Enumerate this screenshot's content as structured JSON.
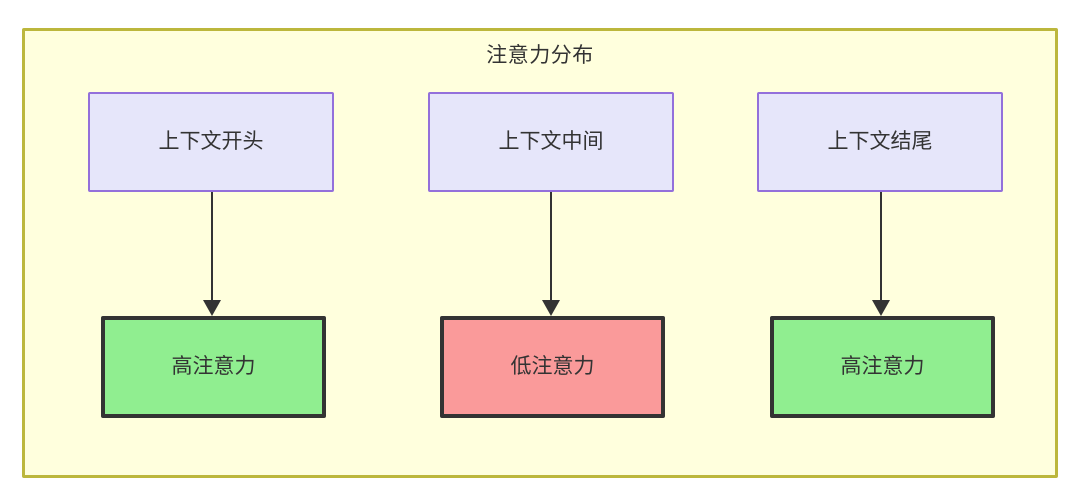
{
  "diagram": {
    "type": "flowchart",
    "title": "注意力分布",
    "container": {
      "name": "attention-distribution-subgraph",
      "fill_color": "#ffffdd",
      "border_color": "#bcb73c"
    },
    "palette": {
      "context_fill": "#e6e6fa",
      "context_border": "#9370db",
      "high_attention_fill": "#90ee90",
      "low_attention_fill": "#fa9a9a",
      "node_border": "#333333",
      "text_color": "#333333",
      "edge_color": "#333333"
    },
    "columns": [
      {
        "id": "start",
        "source": {
          "label": "上下文开头"
        },
        "target": {
          "label": "高注意力",
          "level": "high"
        }
      },
      {
        "id": "middle",
        "source": {
          "label": "上下文中间"
        },
        "target": {
          "label": "低注意力",
          "level": "low"
        }
      },
      {
        "id": "end",
        "source": {
          "label": "上下文结尾"
        },
        "target": {
          "label": "高注意力",
          "level": "high"
        }
      }
    ],
    "edges": [
      {
        "from": "上下文开头",
        "to": "高注意力",
        "arrow": "arrow-down-icon"
      },
      {
        "from": "上下文中间",
        "to": "低注意力",
        "arrow": "arrow-down-icon"
      },
      {
        "from": "上下文结尾",
        "to": "高注意力",
        "arrow": "arrow-down-icon"
      }
    ]
  }
}
